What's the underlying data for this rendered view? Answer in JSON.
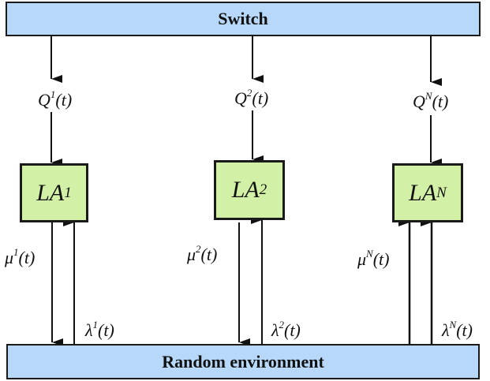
{
  "switch": {
    "label": "Switch"
  },
  "environment": {
    "label": "Random environment"
  },
  "automata": [
    {
      "name": "LA",
      "index": "1",
      "query": {
        "sym": "Q",
        "sup": "1",
        "arg": "(t)"
      },
      "mu": {
        "sym": "μ",
        "sup": "1",
        "arg": "(t)"
      },
      "lambda": {
        "sym": "λ",
        "sup": "1",
        "arg": "(t)"
      }
    },
    {
      "name": "LA",
      "index": "2",
      "query": {
        "sym": "Q",
        "sup": "2",
        "arg": "(t)"
      },
      "mu": {
        "sym": "μ",
        "sup": "2",
        "arg": "(t)"
      },
      "lambda": {
        "sym": "λ",
        "sup": "2",
        "arg": "(t)"
      }
    },
    {
      "name": "LA",
      "index": "N",
      "query": {
        "sym": "Q",
        "sup": "N",
        "arg": "(t)"
      },
      "mu": {
        "sym": "μ",
        "sup": "N",
        "arg": "(t)"
      },
      "lambda": {
        "sym": "λ",
        "sup": "N",
        "arg": "(t)"
      }
    }
  ],
  "colors": {
    "bar_fill": "#b7d8f8",
    "automaton_fill": "#d3f0a7",
    "stroke": "#1a1a1a"
  }
}
